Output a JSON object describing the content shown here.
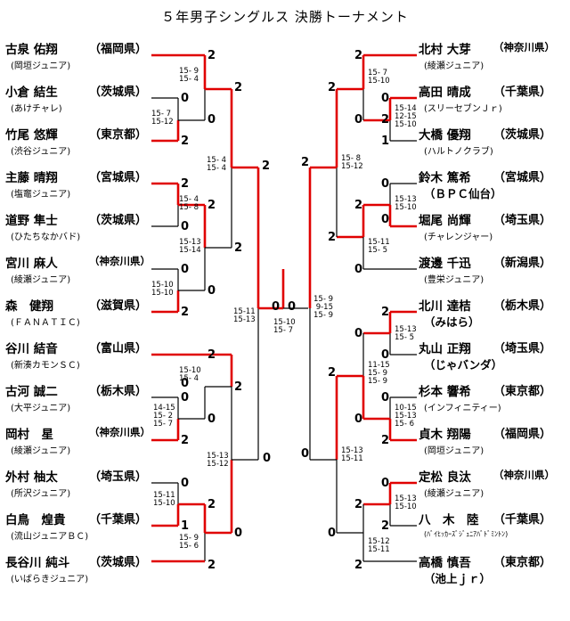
{
  "title": "５年男子シングルス 決勝トーナメント",
  "colors": {
    "win": "#e00000",
    "line": "#000000"
  },
  "players_left": [
    {
      "name": "古泉 佑翔",
      "pref": "（福岡県）",
      "club": "(岡垣ジュニア)"
    },
    {
      "name": "小倉 結生",
      "pref": "（茨城県）",
      "club": "(あけチャレ)"
    },
    {
      "name": "竹尾 悠輝",
      "pref": "（東京都）",
      "club": "(渋谷ジュニア)"
    },
    {
      "name": "主藤 晴翔",
      "pref": "（宮城県）",
      "club": "(塩竈ジュニア)"
    },
    {
      "name": "道野 隼士",
      "pref": "（茨城県）",
      "club": "(ひたちなかバド)"
    },
    {
      "name": "宮川 麻人",
      "pref": "（神奈川県）",
      "club": "(綾瀬ジュニア)"
    },
    {
      "name": "森　健翔",
      "pref": "（滋賀県）",
      "club": "(ＦＡＮＡＴＩＣ)"
    },
    {
      "name": "谷川 結音",
      "pref": "（富山県）",
      "club": "(新湊カモンＳＣ)"
    },
    {
      "name": "古河 誠二",
      "pref": "（栃木県）",
      "club": "(大平ジュニア)"
    },
    {
      "name": "岡村　星",
      "pref": "（神奈川県）",
      "club": "(綾瀬ジュニア)"
    },
    {
      "name": "外村 柚太",
      "pref": "（埼玉県）",
      "club": "(所沢ジュニア)"
    },
    {
      "name": "白鳥　煌貴",
      "pref": "（千葉県）",
      "club": "(流山ジュニアＢＣ)"
    },
    {
      "name": "長谷川 純斗",
      "pref": "（茨城県）",
      "club": "(いばらきジュニア)"
    }
  ],
  "players_right": [
    {
      "name": "北村 大芽",
      "pref": "（神奈川県）",
      "club": "(綾瀬ジュニア)"
    },
    {
      "name": "高田 晴成",
      "pref": "（千葉県）",
      "club": "(スリーセブンＪｒ)"
    },
    {
      "name": "大橋 優翔",
      "pref": "（茨城県）",
      "club": "(ハルトノクラブ)"
    },
    {
      "name": "鈴木 篤希",
      "pref": "（宮城県）",
      "club": "（ＢＰＣ仙台）"
    },
    {
      "name": "堀尾 尚輝",
      "pref": "（埼玉県）",
      "club": "(チャレンジャー)"
    },
    {
      "name": "渡邊 千迅",
      "pref": "（新潟県）",
      "club": "(豊栄ジュニア)"
    },
    {
      "name": "北川 達桔",
      "pref": "（栃木県）",
      "club": "（みはら）"
    },
    {
      "name": "丸山 正翔",
      "pref": "（埼玉県）",
      "club": "（じゃバンダ）"
    },
    {
      "name": "杉本 響希",
      "pref": "（東京都）",
      "club": "(インフィニティー)"
    },
    {
      "name": "貞木 翔陽",
      "pref": "（福岡県）",
      "club": "(岡垣ジュニア)"
    },
    {
      "name": "定松 良汰",
      "pref": "（神奈川県）",
      "club": "(綾瀬ジュニア)"
    },
    {
      "name": "八　木　陸",
      "pref": "（千葉県）",
      "club": "(ﾊﾞｲﾋｯｶｰｽﾞｼﾞｭﾆｱﾊﾞﾄﾞﾐﾝﾄﾝ)"
    },
    {
      "name": "高橋 慎吾",
      "pref": "（東京都）",
      "club": "（池上ｊｒ）"
    }
  ],
  "scores": [
    "2",
    "2",
    "0",
    "0",
    "2",
    "2",
    "2",
    "0",
    "2",
    "2",
    "0",
    "2",
    "0",
    "0",
    "0",
    "2",
    "2",
    "0",
    "0",
    "0",
    "2",
    "0",
    "1",
    "0",
    "2",
    "2",
    "0",
    "0",
    "2",
    "0",
    "2",
    "0",
    "2",
    "1",
    "0",
    "2",
    "2",
    "0",
    "2",
    "0",
    "2",
    "0",
    "0",
    "2",
    "0",
    "0",
    "2",
    "0",
    "0",
    "1",
    "2",
    "2",
    "0",
    "2",
    "1"
  ],
  "sets": [
    "15- 9\n15- 4",
    "15- 7\n15-12",
    "15- 4\n15- 4",
    "15- 4\n15- 8",
    "15-13\n15-14",
    "15-10\n15-10",
    "15-11\n15-13",
    "15-10\n15- 7",
    "15-10\n15- 4",
    "14-15\n15- 2\n15- 7",
    "15-13\n15-12",
    "15-11\n15-10",
    "15- 9\n15- 6",
    "15- 7\n15-10",
    "15-14\n12-15\n15-10",
    "15- 8\n15-12",
    "15-13\n15-10",
    "15-11\n15- 5",
    "15- 9\n 9-15\n15- 9",
    "15-13\n15- 5",
    "11-15\n15- 9\n15- 9",
    "10-15\n15-13\n15- 6",
    "15-13\n15-11",
    "15-13\n15-10",
    "15-12\n15-11"
  ]
}
